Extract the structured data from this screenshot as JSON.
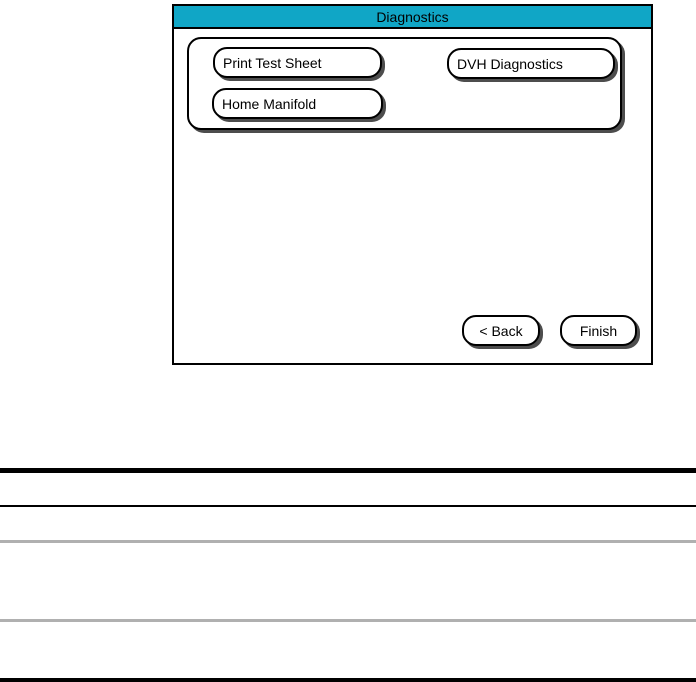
{
  "dialog": {
    "title": "Diagnostics",
    "buttons": {
      "print_test_sheet": "Print Test Sheet",
      "dvh_diagnostics": "DVH Diagnostics",
      "home_manifold": "Home Manifold",
      "back": "< Back",
      "finish": "Finish"
    }
  },
  "colors": {
    "titlebar_teal": "#10A6C6",
    "button_border": "#000000",
    "button_shadow": "#4d4d4d",
    "rule_black": "#000000",
    "rule_gray": "#b0b0b0"
  }
}
